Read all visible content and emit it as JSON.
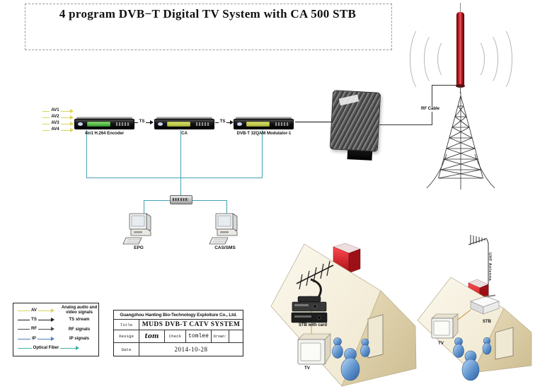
{
  "diagram": {
    "title": "4 program DVB−T Digital TV System with CA 500 STB"
  },
  "chain": {
    "av_inputs": [
      "AV1",
      "AV2",
      "AV3",
      "AV4"
    ],
    "devices": {
      "encoder": "4in1 H.264 Encoder",
      "ca": "CA",
      "modulator": "DVB-T 32QAM Modulator-1"
    },
    "ts_label": "TS",
    "rf_cable": "RF Cable"
  },
  "headend_network": {
    "epg": "EPG",
    "cas_sms": "CAS/SMS"
  },
  "legend": {
    "rows": [
      {
        "symbol": "AV",
        "desc": "Analog audio and video signals",
        "color": "#d9d45c"
      },
      {
        "symbol": "TS",
        "desc": "TS stream",
        "color": "#1a1a1a"
      },
      {
        "symbol": "RF",
        "desc": "RF signals",
        "color": "#4a4a4a"
      },
      {
        "symbol": "IP",
        "desc": "IP signals",
        "color": "#4f7fc0"
      },
      {
        "symbol": "Optical Fiber",
        "desc": "",
        "color": "#3fb3a4"
      }
    ]
  },
  "title_block": {
    "company": "Guangzhou Hanting Bio-Technology Exploiture Co., Ltd.",
    "title_label": "Title",
    "title_value": "MUDS DVB-T CATV SYSTEM",
    "design_label": "Desige",
    "design_value": "tom",
    "check_label": "Check",
    "check_value": "tomlee",
    "drawn_label": "Drown:",
    "date_label": "Date",
    "date_value": "2014-10-28"
  },
  "subscribers": {
    "house1": {
      "stb": "STB with card",
      "tv": "TV"
    },
    "house2": {
      "stb": "STB",
      "tv": "TV",
      "antenna": "UHF Antenna"
    }
  },
  "colors": {
    "ip_line": "#45a1b5",
    "av_line": "#d9d45c",
    "antenna_red": "#c0181f"
  }
}
